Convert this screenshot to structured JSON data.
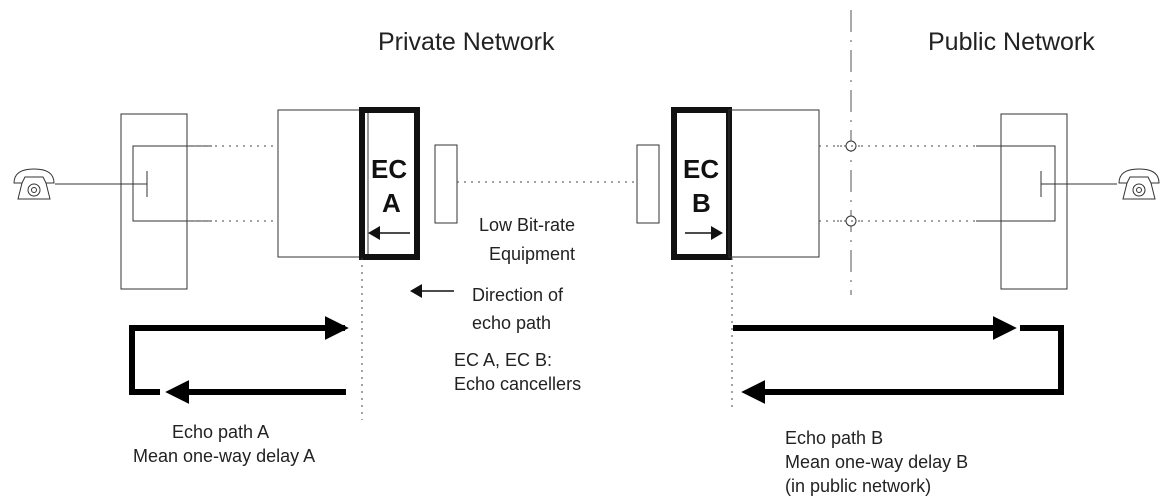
{
  "regions": {
    "private": "Private Network",
    "public": "Public Network"
  },
  "echo_cancellers": {
    "a": {
      "line1": "EC",
      "line2": "A"
    },
    "b": {
      "line1": "EC",
      "line2": "B"
    }
  },
  "legend": {
    "low_bitrate_1": "Low Bit-rate",
    "low_bitrate_2": "Equipment",
    "direction_1": "Direction of",
    "direction_2": "echo path",
    "ec_legend_1": "EC A, EC B:",
    "ec_legend_2": "Echo cancellers"
  },
  "echo_path_a": {
    "line1": "Echo path A",
    "line2": "Mean one-way delay A"
  },
  "echo_path_b": {
    "line1": "Echo path B",
    "line2": "Mean one-way delay B",
    "line3": "(in public network)"
  },
  "icons": {
    "left_phone": "telephone-icon",
    "right_phone": "telephone-icon"
  }
}
